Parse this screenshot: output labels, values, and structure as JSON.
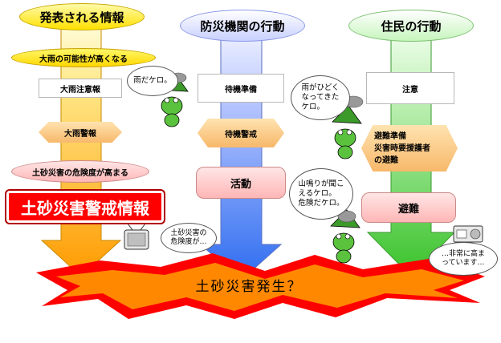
{
  "columns": {
    "info": {
      "title": "発表される情報",
      "items": [
        "大雨の可能性が高くなる",
        "大雨注意報",
        "大雨警報",
        "土砂災害の危険度が高まる",
        "土砂災害警戒情報"
      ]
    },
    "agency": {
      "title": "防災機関の行動",
      "items": [
        "待機準備",
        "待機警戒",
        "活動"
      ]
    },
    "residents": {
      "title": "住民の行動",
      "items": [
        "注意",
        "避難準備\n災害時要援護者\nの避難",
        "避難"
      ]
    }
  },
  "disaster": "土砂災害発生？",
  "bubbles": {
    "frog1": "雨だケロ。",
    "frog2": "雨がひどく\nなってきた\nケロ。",
    "frog3": "山鳴りが聞こ\nえるケロ。\n危険だケロ。",
    "tv": "土砂災害の\n危険度が…",
    "radio": "…非常に高ま\nっています…"
  },
  "colors": {
    "info_arrow": "#ffb000",
    "agency_arrow": "#3d7cf0",
    "residents_arrow": "#4dcc3f",
    "burst": "#ff8800"
  }
}
